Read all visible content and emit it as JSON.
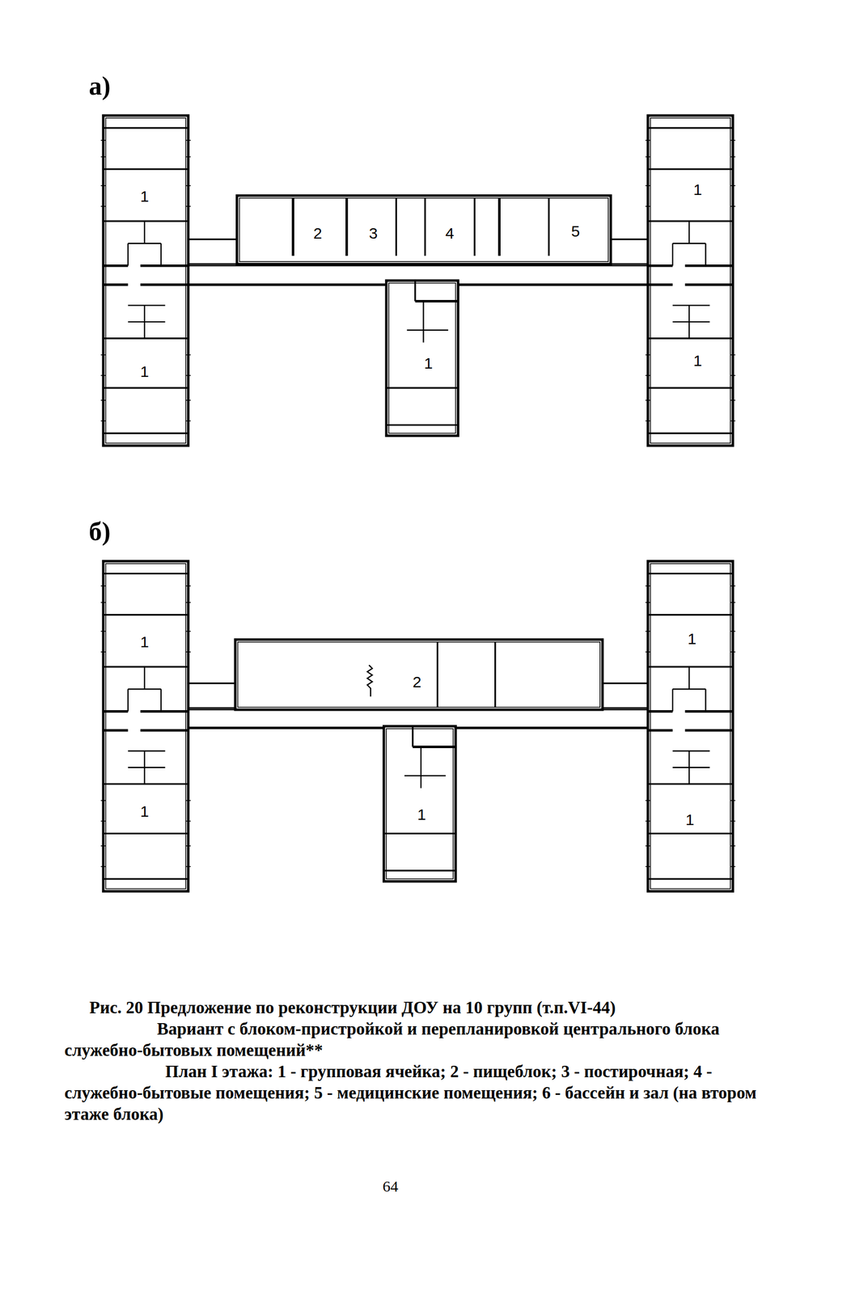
{
  "diagram": {
    "caption": "Рис. 20 Предложение по реконструкции ДОУ на 10 групп (т.п.VI-44)",
    "labels": [
      "а)",
      "1",
      "2",
      "3",
      "4",
      "5",
      "1",
      "1",
      "1",
      "1",
      "б)",
      "1",
      "2",
      "1",
      "1",
      "1",
      "1",
      "Вариант с блоком-пристройкой и перепланировкой центрального блока служебно-бытовых помещений**",
      "План I этажа: 1 - групповая ячейка; 2 - пищеблок; 3 - постирочная; 4 - служебно-бытовые помещения; 5 - медицинские помещения; 6 - бассейн и зал (на втором этаже блока)",
      "64"
    ]
  }
}
